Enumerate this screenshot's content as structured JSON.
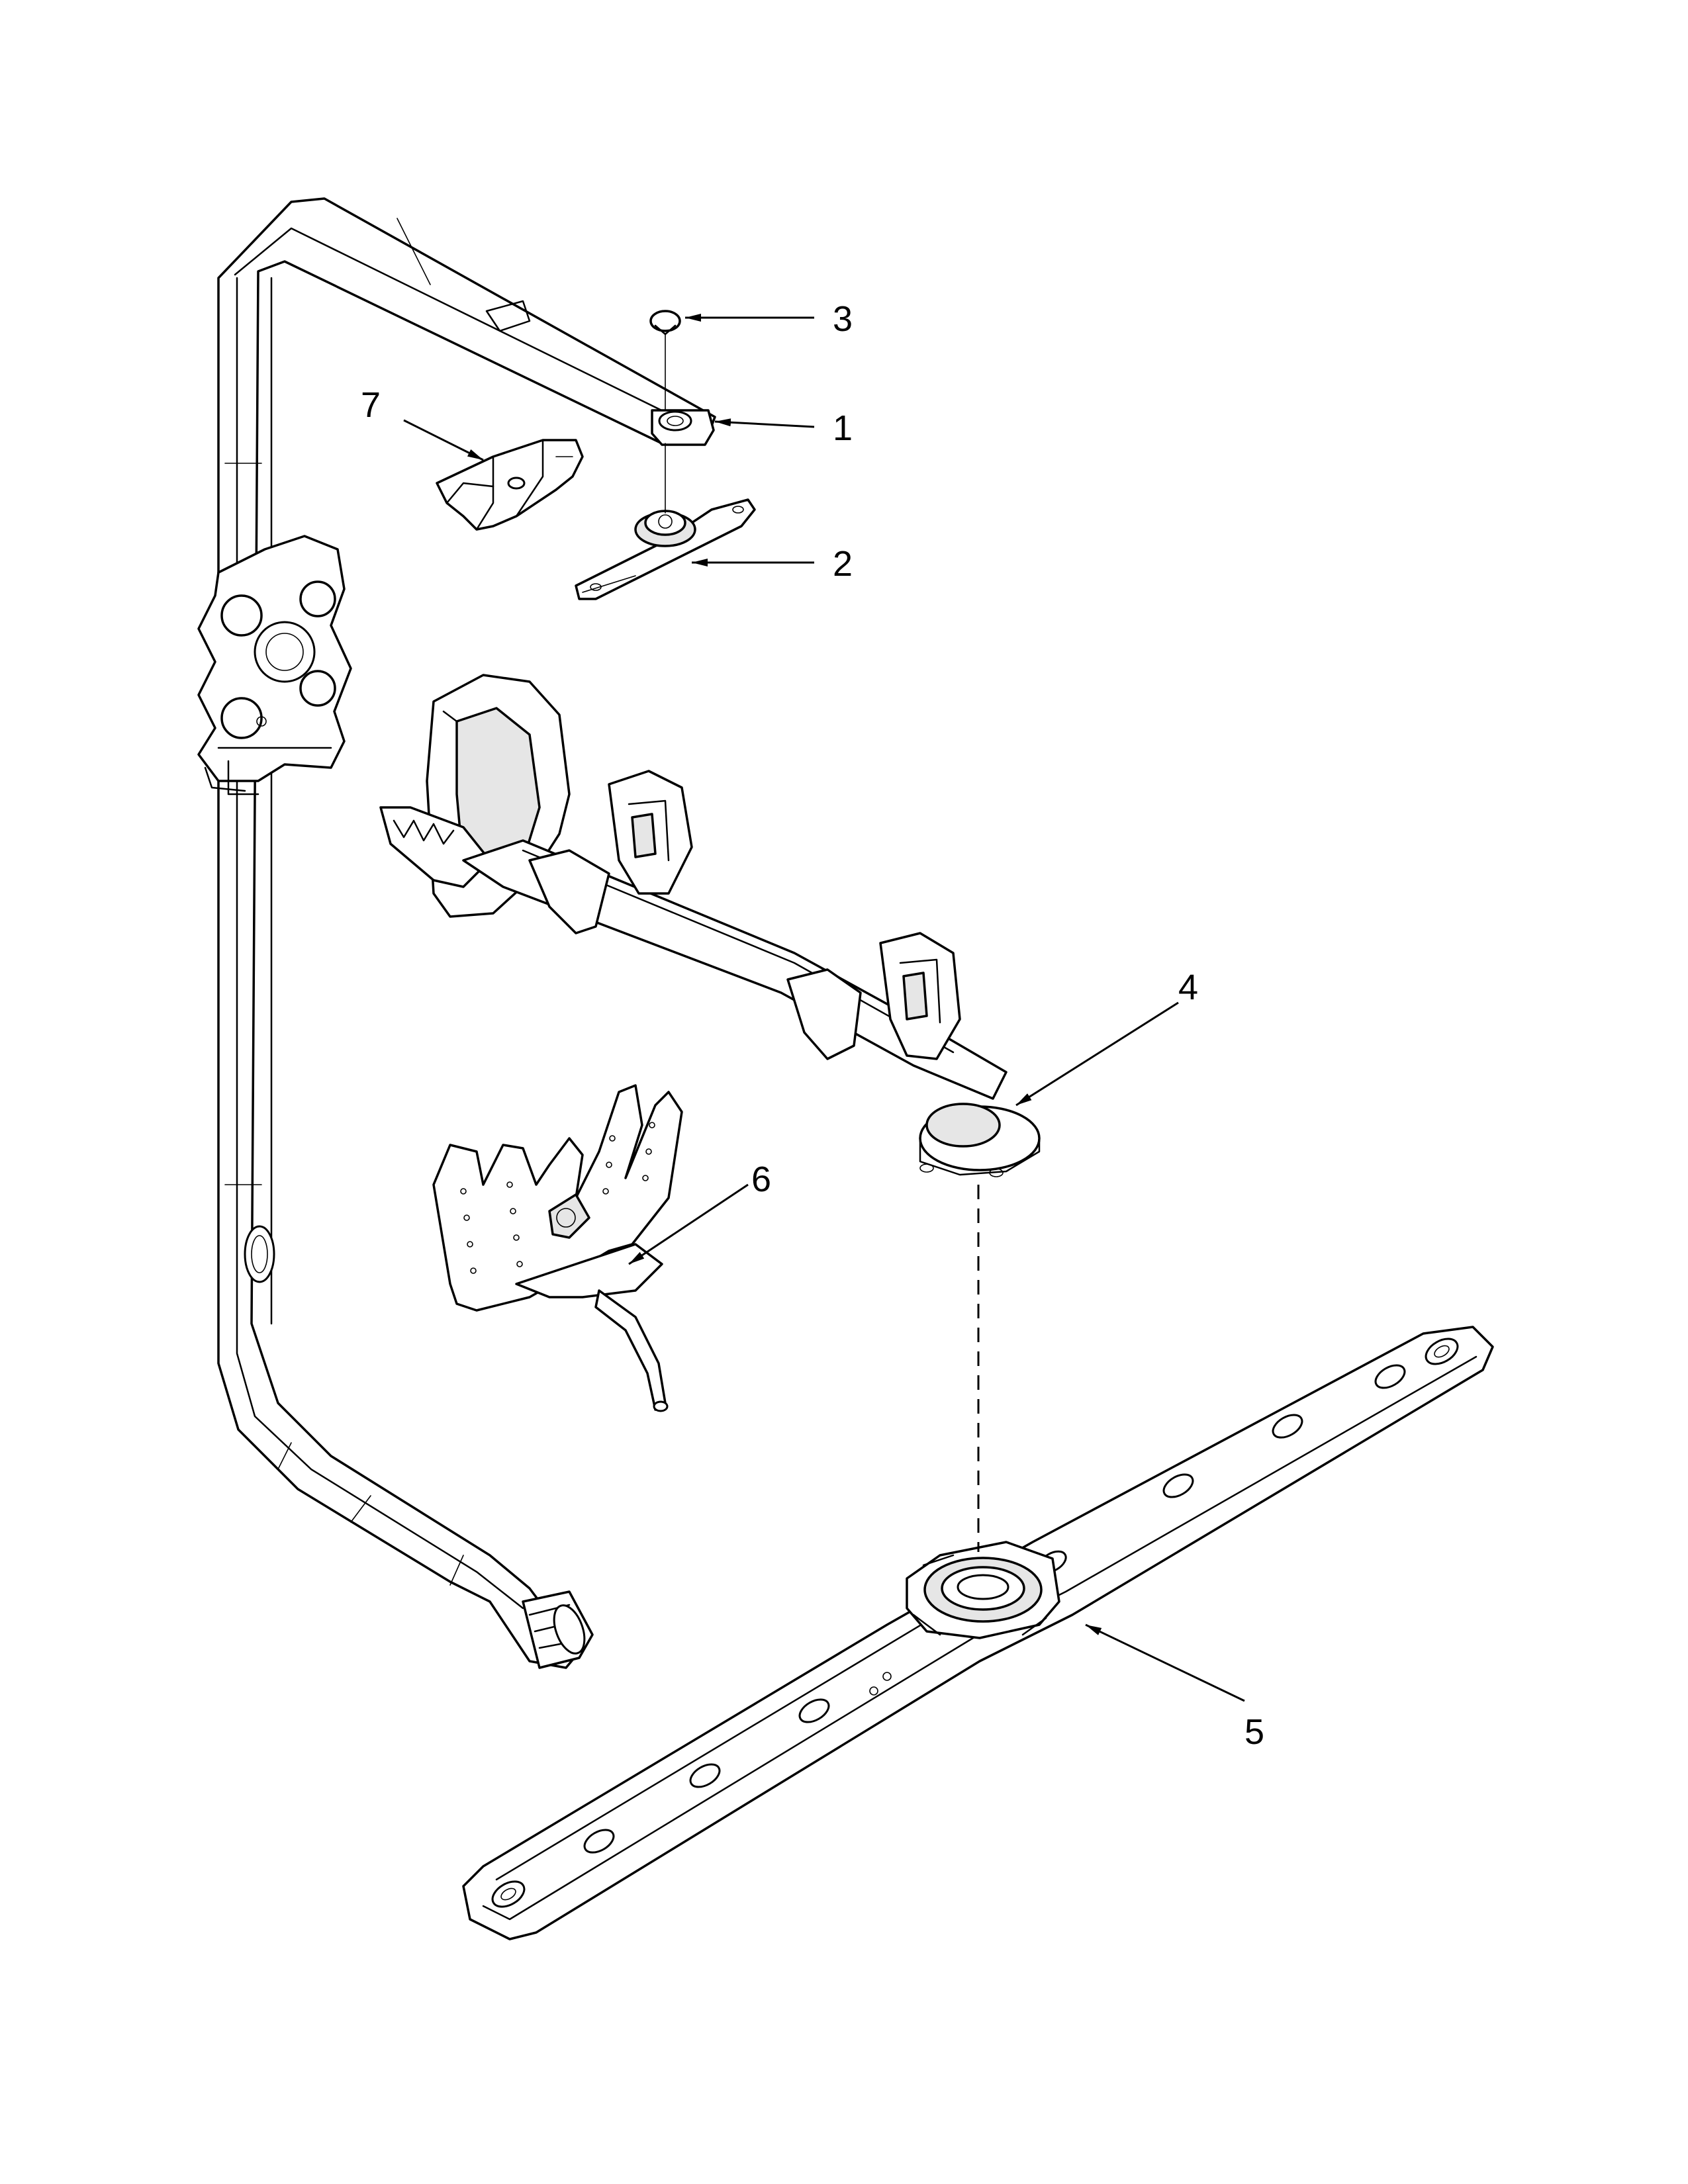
{
  "callouts": {
    "c1": "1",
    "c2": "2",
    "c3": "3",
    "c4": "4",
    "c5": "5",
    "c6": "6",
    "c7": "7"
  },
  "colors": {
    "line": "#000000",
    "shade": "#e6e6e6",
    "background": "#ffffff"
  }
}
